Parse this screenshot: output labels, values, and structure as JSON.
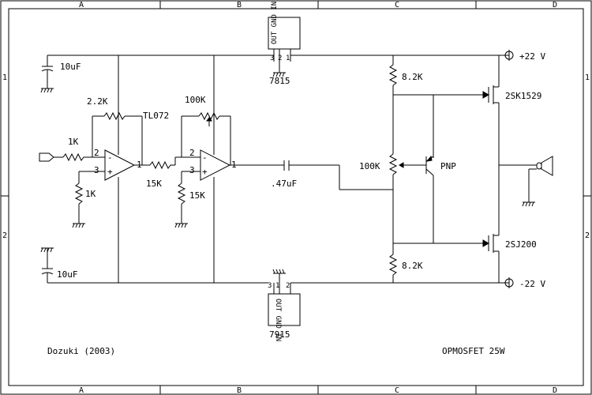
{
  "border": {
    "columns": [
      "A",
      "B",
      "C",
      "D"
    ],
    "rows": [
      "1",
      "2"
    ]
  },
  "title_block": {
    "author": "Dozuki (2003)",
    "title": "OPMOSFET 25W"
  },
  "supply": {
    "positive": "+22 V",
    "negative": "-22 V"
  },
  "regulators": {
    "positive": {
      "part": "7815",
      "pins_text": "OUT GND IN",
      "pin_nums": [
        "3",
        "2",
        "1"
      ]
    },
    "negative": {
      "part": "7915",
      "pins_text": "OUT GND IN",
      "pin_nums": [
        "3",
        "1",
        "2"
      ]
    }
  },
  "capacitors": {
    "c_top": "10uF",
    "c_bottom": "10uF",
    "c_coupling": ".47uF"
  },
  "resistors": {
    "r_in": "1K",
    "r_pin3": "1K",
    "r_fb1": "2.2K",
    "r_mid": "15K",
    "r_gnd2": "15K",
    "pot_fb2": "100K",
    "r_top": "8.2K",
    "pot_bias": "100K",
    "r_bottom": "8.2K"
  },
  "ic": {
    "part": "TL072",
    "u1_pins": {
      "inv": "2",
      "non_inv": "3",
      "out": "1"
    },
    "u2_pins": {
      "inv": "2",
      "non_inv": "3",
      "out": "1"
    },
    "minus": "-",
    "plus": "+"
  },
  "transistors": {
    "bias": "PNP",
    "upper_mosfet": "2SK1529",
    "lower_mosfet": "2SJ200"
  }
}
